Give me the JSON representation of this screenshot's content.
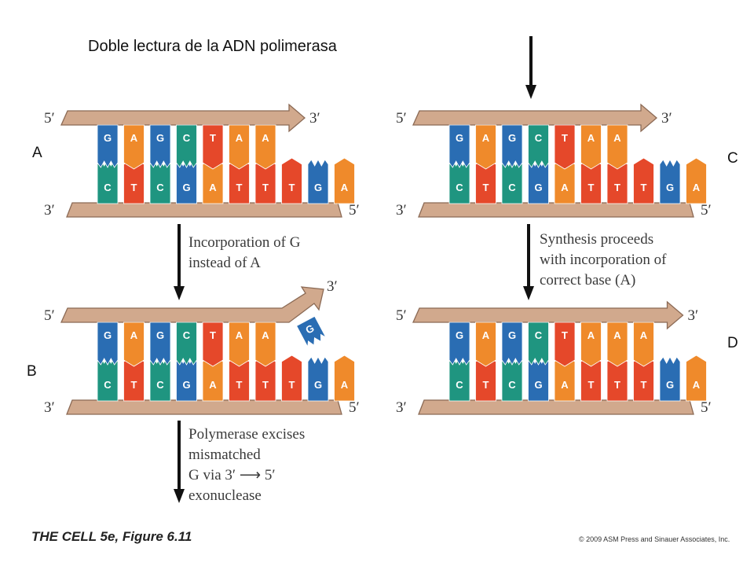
{
  "title": "Doble lectura de la ADN polimerasa",
  "colors": {
    "G": "#2a6db3",
    "A": "#ef8a2b",
    "C": "#1f9580",
    "T": "#e5482a",
    "backbone": "#d1a98d",
    "backbone_stroke": "#8b6a55"
  },
  "panels": [
    {
      "id": "A",
      "letter": "A",
      "top": [
        "G",
        "A",
        "G",
        "C",
        "T",
        "A",
        "A"
      ],
      "bottom": [
        "C",
        "T",
        "C",
        "G",
        "A",
        "T",
        "T",
        "T",
        "G",
        "A"
      ],
      "new_base": null,
      "top_5": "5′",
      "top_3": "3′",
      "bot_3": "3′",
      "bot_5": "5′"
    },
    {
      "id": "B",
      "letter": "B",
      "top": [
        "G",
        "A",
        "G",
        "C",
        "T",
        "A",
        "A"
      ],
      "bottom": [
        "C",
        "T",
        "C",
        "G",
        "A",
        "T",
        "T",
        "T",
        "G",
        "A"
      ],
      "new_base": "G",
      "top_5": "5′",
      "top_3": "3′",
      "bot_3": "3′",
      "bot_5": "5′"
    },
    {
      "id": "C",
      "letter": "C",
      "top": [
        "G",
        "A",
        "G",
        "C",
        "T",
        "A",
        "A"
      ],
      "bottom": [
        "C",
        "T",
        "C",
        "G",
        "A",
        "T",
        "T",
        "T",
        "G",
        "A"
      ],
      "new_base": null,
      "top_5": "5′",
      "top_3": "3′",
      "bot_3": "3′",
      "bot_5": "5′"
    },
    {
      "id": "D",
      "letter": "D",
      "top": [
        "G",
        "A",
        "G",
        "C",
        "T",
        "A",
        "A",
        "A"
      ],
      "bottom": [
        "C",
        "T",
        "C",
        "G",
        "A",
        "T",
        "T",
        "T",
        "G",
        "A"
      ],
      "new_base": null,
      "top_5": "5′",
      "top_3": "3′",
      "bot_3": "3′",
      "bot_5": "5′"
    }
  ],
  "captions": {
    "incorporation": "Incorporation of G\ninstead of A",
    "excision": "Polymerase excises\nmismatched\nG via 3′ ⟶ 5′\nexonuclease",
    "synthesis": "Synthesis proceeds\nwith incorporation of\ncorrect base (A)"
  },
  "footer": {
    "figure": "THE CELL 5e, Figure 6.11",
    "copyright": "© 2009 ASM Press and Sinauer Associates, Inc."
  }
}
